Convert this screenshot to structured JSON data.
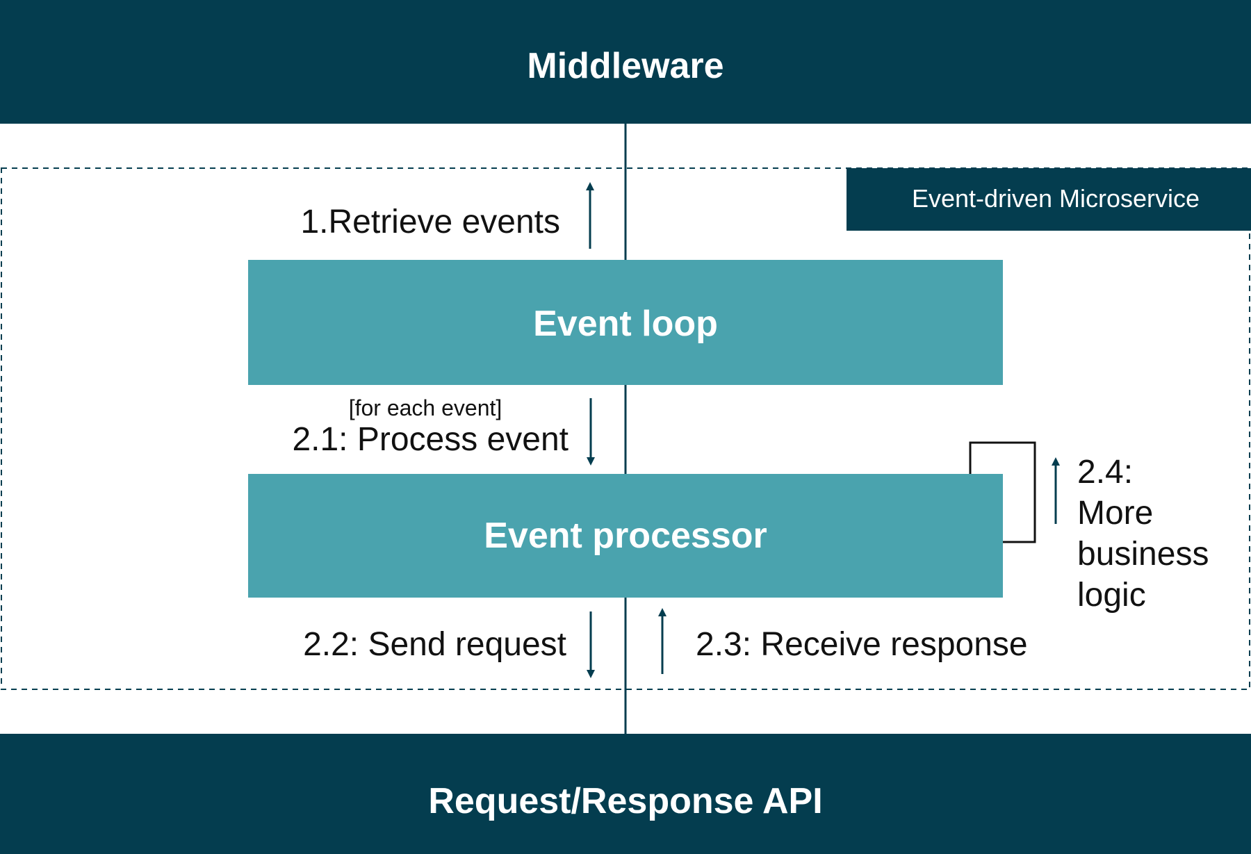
{
  "colors": {
    "dark_band": "#043d4f",
    "box_fill": "#4aa3ae",
    "line": "#043d4f",
    "text_dark": "#111111",
    "text_light": "#ffffff"
  },
  "top_band": {
    "label": "Middleware"
  },
  "bottom_band": {
    "label": "Request/Response API"
  },
  "microservice": {
    "label": "Event-driven Microservice"
  },
  "boxes": {
    "event_loop": "Event loop",
    "event_processor": "Event processor"
  },
  "steps": {
    "retrieve": "1.Retrieve events",
    "for_each": "[for each event]",
    "process": "2.1: Process event",
    "send": "2.2: Send request",
    "receive": "2.3: Receive response",
    "more_logic_line1": "2.4:",
    "more_logic_line2": "More",
    "more_logic_line3": "business",
    "more_logic_line4": "logic"
  }
}
